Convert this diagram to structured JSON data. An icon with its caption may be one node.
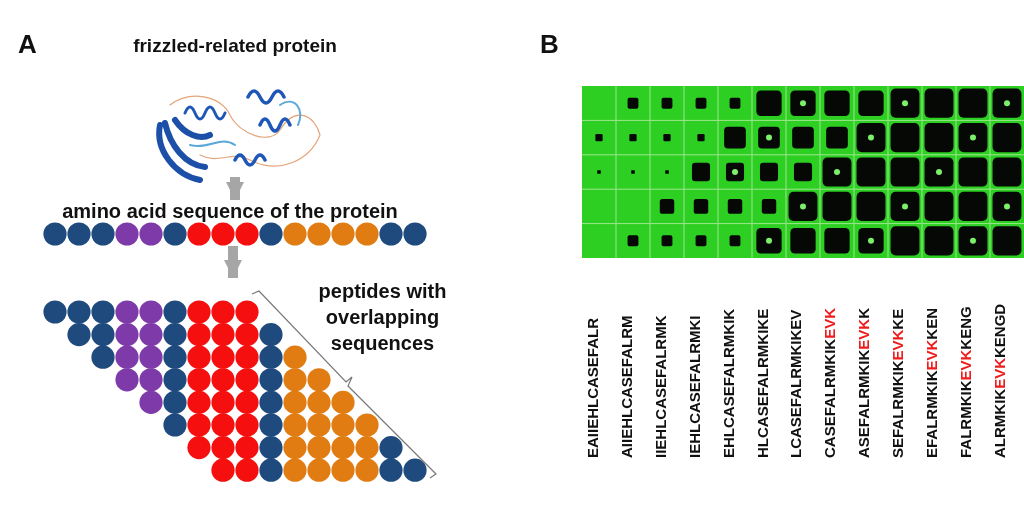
{
  "diagram": {
    "nodes": [
      {
        "text": [
          "frizzled-related protein"
        ]
      },
      {
        "text": [
          "amino acid sequence of the protein"
        ]
      },
      {
        "text": [
          "peptides with overlapping sequences"
        ]
      }
    ],
    "edges": [
      {
        "from": 0,
        "to": 1,
        "arrow": "to"
      },
      {
        "from": 1,
        "to": 2,
        "arrow": "to"
      }
    ],
    "labels": [
      "A",
      "B",
      "EAIIEHLCASEFALR",
      "AIIEHLCASEFALRM",
      "IIEHLCASEFALRMK",
      "IEHLCASEFALRMKI",
      "EHLCASEFALRMKIK",
      "HLCASEFALRMKIKE",
      "LCASEFALRMKIKEV",
      "CASEFALRMKIK**EVK**",
      "ASEFALRMKIK**EVK**K",
      "SEFALRMKIK**EVK**KE",
      "EFALRMKIK**EVK**KEN",
      "FALRMKIK**EVK**KENG",
      "ALRMKIK**EVK**KENGD"
    ]
  }
}
